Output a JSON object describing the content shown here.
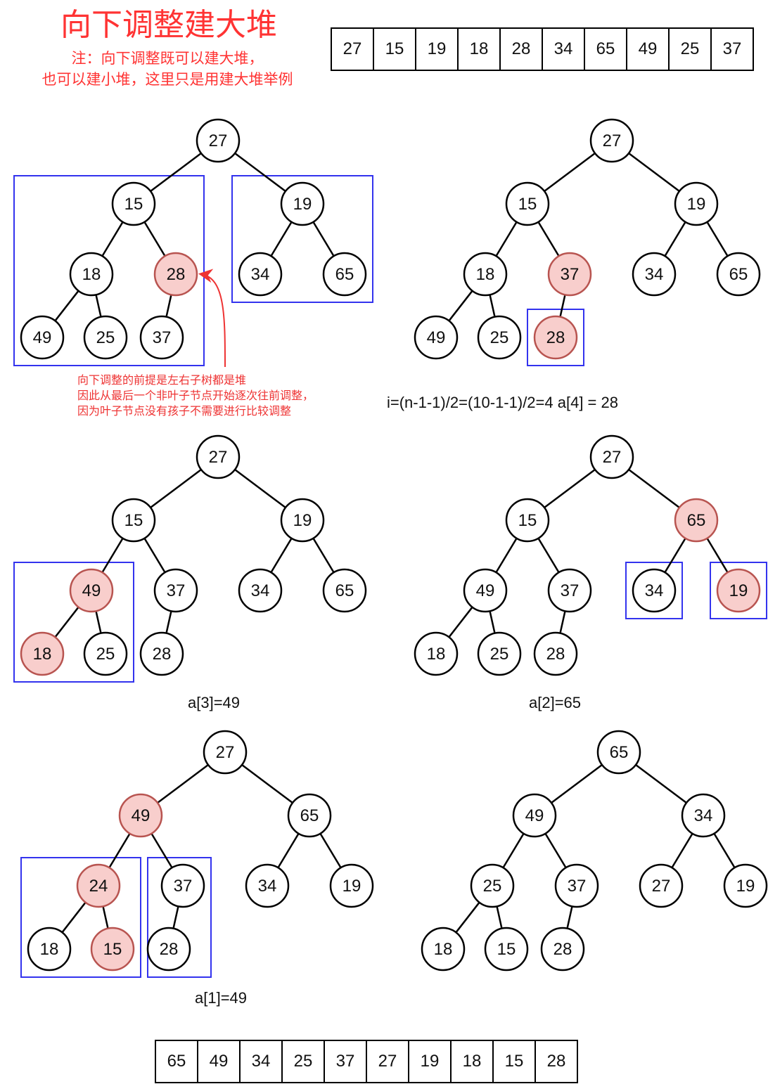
{
  "title": "向下调整建大堆",
  "subtitle": [
    "注：向下调整既可以建大堆，",
    "也可以建小堆，这里只是用建大堆举例"
  ],
  "arrays": {
    "initial": [
      "27",
      "15",
      "19",
      "18",
      "28",
      "34",
      "65",
      "49",
      "25",
      "37"
    ],
    "final": [
      "65",
      "49",
      "34",
      "25",
      "37",
      "27",
      "19",
      "18",
      "15",
      "28"
    ]
  },
  "note": [
    "向下调整的前提是左右子树都是堆",
    "因此从最后一个非叶子节点开始逐次往前调整，",
    "因为叶子节点没有孩子不需要进行比较调整"
  ],
  "labels": {
    "step1": "i=(n-1-1)/2=(10-1-1)/2=4 a[4] = 28",
    "step3": "a[3]=49",
    "step4": "a[2]=65",
    "step5": "a[1]=49"
  },
  "colors": {
    "title": "#ff3333",
    "highlight_fill": "#f8cecc",
    "highlight_stroke": "#b85450",
    "box": "#3333ee",
    "arrow": "#ee3333"
  },
  "trees": [
    {
      "values": [
        "27",
        "15",
        "19",
        "18",
        "28",
        "34",
        "65",
        "49",
        "25",
        "37"
      ],
      "highlight": [
        4
      ]
    },
    {
      "values": [
        "27",
        "15",
        "19",
        "18",
        "37",
        "34",
        "65",
        "49",
        "25",
        "28"
      ],
      "highlight": [
        4,
        9
      ]
    },
    {
      "values": [
        "27",
        "15",
        "19",
        "49",
        "37",
        "34",
        "65",
        "18",
        "25",
        "28"
      ],
      "highlight": [
        3,
        7
      ]
    },
    {
      "values": [
        "27",
        "15",
        "65",
        "49",
        "37",
        "34",
        "19",
        "18",
        "25",
        "28"
      ],
      "highlight": [
        2,
        6
      ]
    },
    {
      "values": [
        "27",
        "49",
        "65",
        "24",
        "37",
        "34",
        "19",
        "18",
        "15",
        "28"
      ],
      "highlight": [
        1,
        3,
        8
      ]
    },
    {
      "values": [
        "65",
        "49",
        "34",
        "25",
        "37",
        "27",
        "19",
        "18",
        "15",
        "28"
      ],
      "highlight": []
    }
  ]
}
